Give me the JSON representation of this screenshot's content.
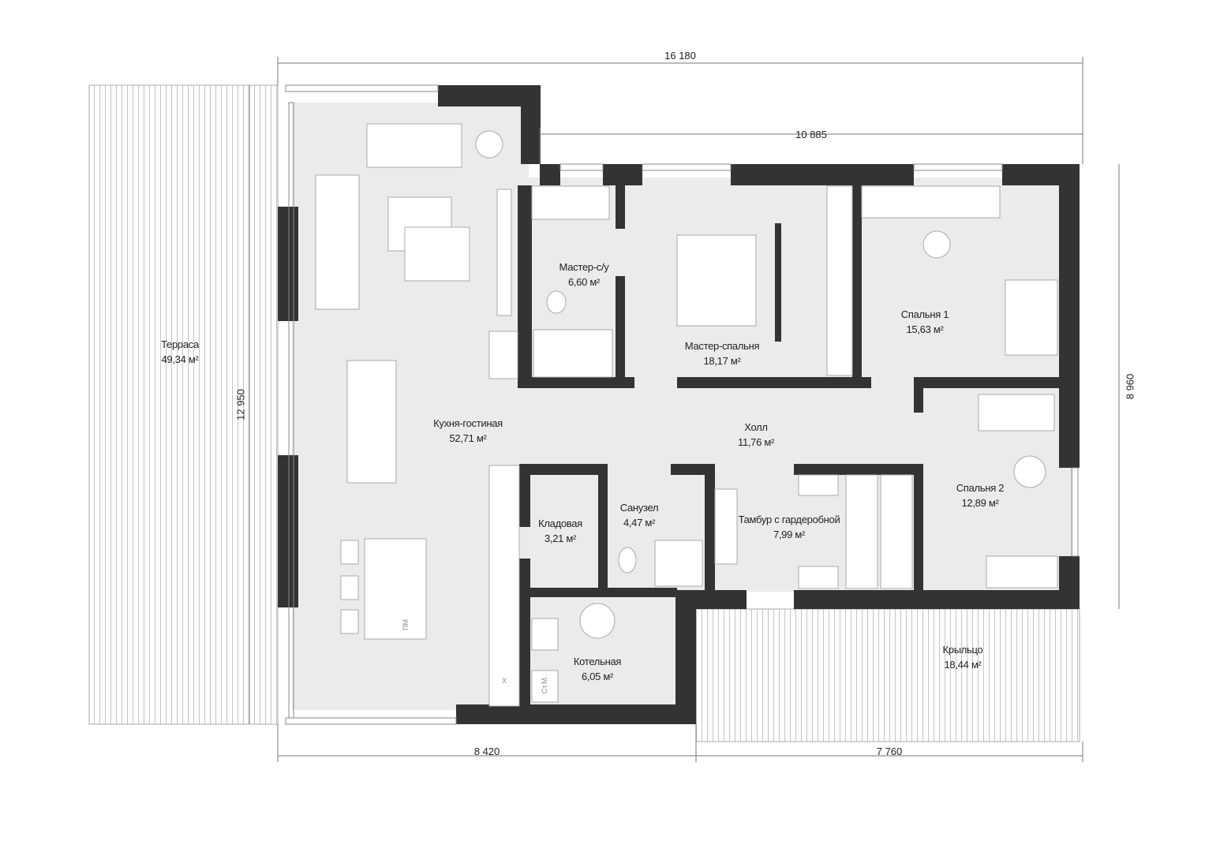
{
  "title": "Планировка дома",
  "dimensions": {
    "top_total": "16 180",
    "top_right": "10 885",
    "bottom_left": "8 420",
    "bottom_right": "7 760",
    "left_height": "12 950",
    "right_height": "8 960"
  },
  "rooms": {
    "terrace": {
      "name": "Терраса",
      "area": "49,34 м²"
    },
    "kitchen_living": {
      "name": "Кухня-гостиная",
      "area": "52,71 м²"
    },
    "master_bath": {
      "name": "Мастер-с/у",
      "area": "6,60 м²"
    },
    "master_bedroom": {
      "name": "Мастер-спальня",
      "area": "18,17 м²"
    },
    "bedroom1": {
      "name": "Спальня 1",
      "area": "15,63 м²"
    },
    "hall": {
      "name": "Холл",
      "area": "11,76 м²"
    },
    "bedroom2": {
      "name": "Спальня 2",
      "area": "12,89 м²"
    },
    "pantry": {
      "name": "Кладовая",
      "area": "3,21 м²"
    },
    "bathroom": {
      "name": "Санузел",
      "area": "4,47 м²"
    },
    "vestibule": {
      "name": "Тамбур с гардеробной",
      "area": "7,99 м²"
    },
    "boiler": {
      "name": "Котельная",
      "area": "6,05 м²"
    },
    "porch": {
      "name": "Крыльцо",
      "area": "18,44 м²"
    }
  },
  "fixture_labels": {
    "dishwasher": "ПМ",
    "washer": "Ст.М.",
    "fridge": "Х"
  },
  "colors": {
    "wall": "#333333",
    "floor": "#ebebeb",
    "line": "#999999"
  }
}
